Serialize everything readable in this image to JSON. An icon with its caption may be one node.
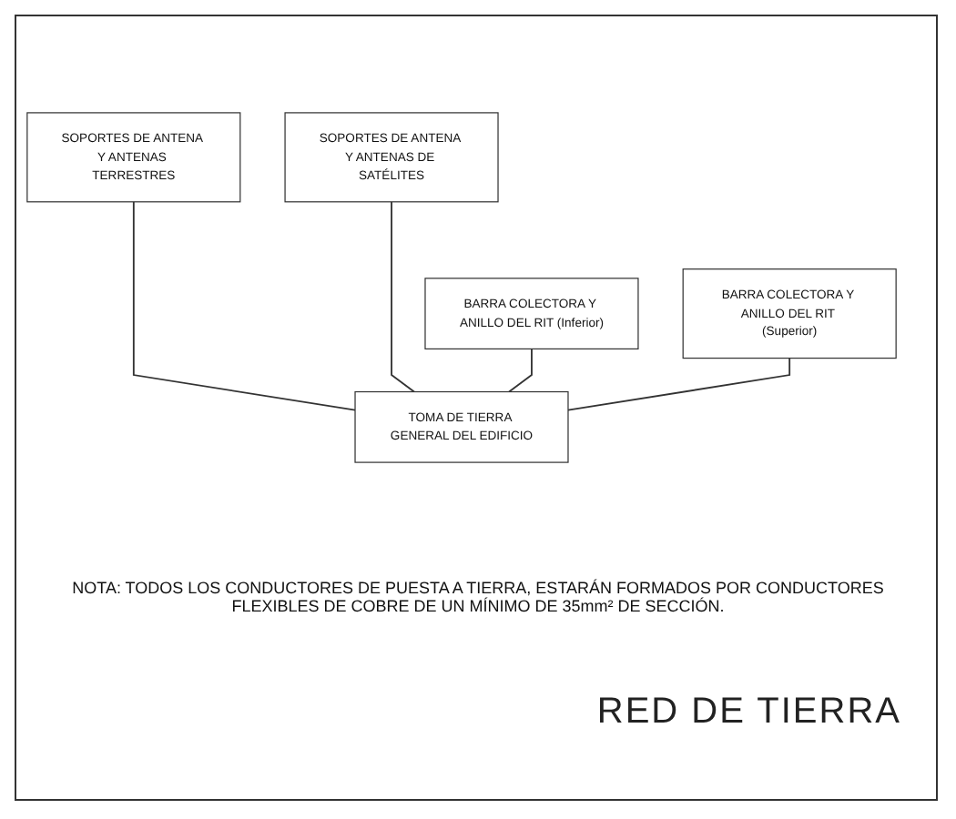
{
  "diagram": {
    "title": "RED DE TIERRA",
    "nodes": [
      {
        "text": [
          "SOPORTES DE ANTENA Y ANTENAS TERRESTRES"
        ]
      },
      {
        "text": [
          "SOPORTES DE ANTENA Y ANTENAS DE SATÉLITES"
        ]
      },
      {
        "text": [
          "BARRA COLECTORA Y ANILLO DEL RIT (Inferior)"
        ]
      },
      {
        "text": [
          "BARRA COLECTORA Y ANILLO DEL RIT (Superior)"
        ]
      },
      {
        "text": [
          "TOMA DE TIERRA GENERAL DEL EDIFICIO"
        ]
      }
    ],
    "edges": [
      {
        "from": 0,
        "to": 4,
        "arrow": "none"
      },
      {
        "from": 1,
        "to": 4,
        "arrow": "none"
      },
      {
        "from": 2,
        "to": 4,
        "arrow": "none"
      },
      {
        "from": 3,
        "to": 4,
        "arrow": "none"
      }
    ],
    "labels": [
      "NOTA: TODOS LOS CONDUCTORES DE PUESTA A TIERRA, ESTARÁN FORMADOS POR CONDUCTORES FLEXIBLES DE COBRE DE UN MÍNIMO DE 35mm² DE SECCIÓN."
    ]
  }
}
